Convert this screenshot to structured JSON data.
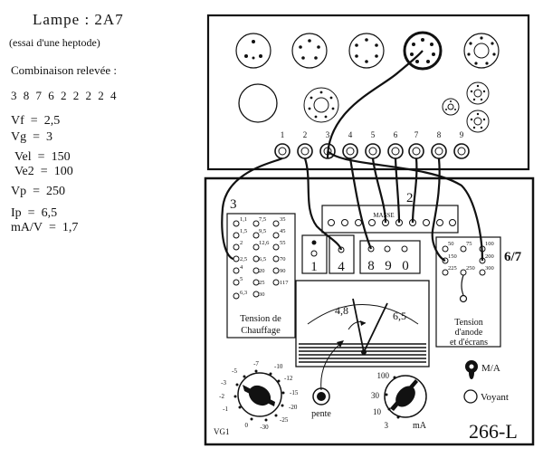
{
  "notes": {
    "lamp_title": "Lampe  :  2A7",
    "lamp_subtitle": "(essai  d'une  heptode)",
    "combination_label": "Combinaison  relevée  :",
    "combination_values": "3  8  7  6  2     2  2  2  4",
    "params": [
      {
        "name": "Vf",
        "value": "2,5"
      },
      {
        "name": "Vg",
        "value": "3"
      },
      {
        "name": "Vel",
        "value": "150"
      },
      {
        "name": "Ve2",
        "value": "100"
      },
      {
        "name": "Vp",
        "value": "250"
      },
      {
        "name": "Ip",
        "value": "6,5"
      },
      {
        "name": "mA/V",
        "value": "1,7"
      }
    ]
  },
  "top_panel": {
    "pin_numbers": [
      "1",
      "2",
      "3",
      "4",
      "5",
      "6",
      "7",
      "8",
      "9"
    ]
  },
  "lower_panel": {
    "section_3": "3",
    "section_2": "2",
    "section_67": "6/7",
    "masse_label": "MASSE",
    "heater_values": [
      "1,1",
      "1,5",
      "2",
      "2,5",
      "4",
      "5",
      "6,3",
      "7,5",
      "9,5",
      "12,6",
      "6,5",
      "20",
      "25",
      "30",
      "35",
      "45",
      "55",
      "70",
      "90",
      "117"
    ],
    "heater_label_line1": "Tension  de",
    "heater_label_line2": "Chauffage",
    "selector_a": "1",
    "selector_b": "4",
    "selector_c": [
      "8",
      "9",
      "0"
    ],
    "anode_values": [
      "50",
      "75",
      "100",
      "150",
      "200",
      "225",
      "250",
      "300"
    ],
    "anode_label_line1": "Tension",
    "anode_label_line2": "d'anode",
    "anode_label_line3": "et  d'écrans",
    "meter_reading_left": "4,8",
    "meter_reading_right": "6,5",
    "vg1_scale": [
      "-1",
      "-2",
      "-3",
      "-5",
      "-7",
      "-10",
      "-12",
      "-15",
      "-20",
      "-25",
      "-30",
      "0"
    ],
    "vg1_label": "VG1",
    "pente_label": "pente",
    "ma_scale": [
      "100",
      "30",
      "10",
      "3"
    ],
    "ma_label": "mA",
    "ma_switch_label": "M/A",
    "voyant_label": "Voyant",
    "model": "266-L"
  }
}
